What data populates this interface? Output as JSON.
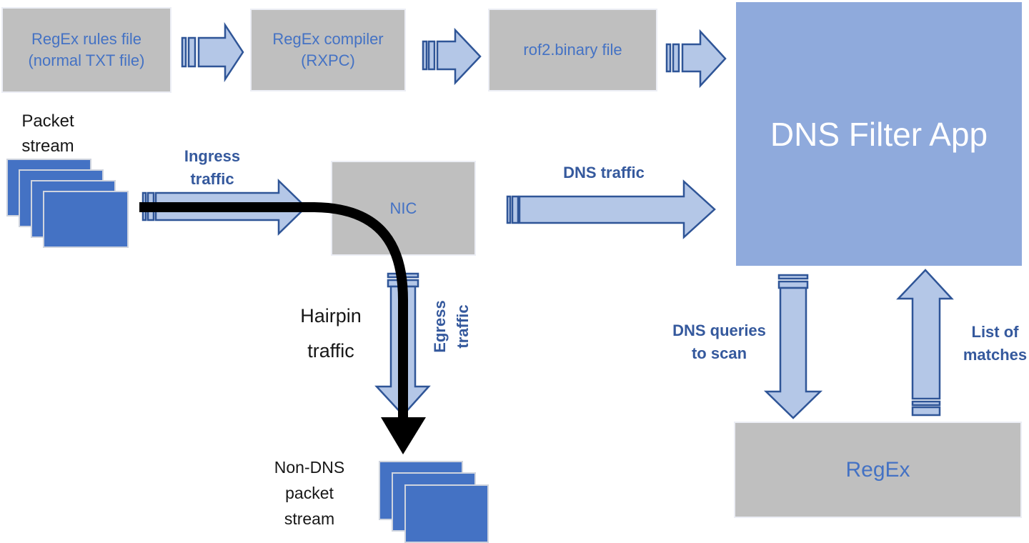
{
  "diagram": {
    "title": "DNS Filter App pipeline diagram",
    "boxes": {
      "rules_file": "RegEx rules file\n(normal TXT file)",
      "compiler": "RegEx compiler\n(RXPC)",
      "binary_file": "rof2.binary file",
      "dns_filter_app": "DNS Filter App",
      "nic": "NIC",
      "regex": "RegEx"
    },
    "labels": {
      "packet_stream": "Packet\nstream",
      "ingress_traffic": "Ingress\ntraffic",
      "dns_traffic": "DNS traffic",
      "hairpin_traffic": "Hairpin\ntraffic",
      "egress_traffic": "Egress\ntraffic",
      "non_dns_packet_stream": "Non-DNS\npacket\nstream",
      "dns_queries_to_scan": "DNS queries\nto scan",
      "list_of_matches": "List of\nmatches"
    },
    "icons": {
      "striped_arrow": "striped-flow-arrow",
      "hairpin_arrow": "black-hairpin-curve-arrow",
      "packet_stack": "stacked-packets"
    },
    "colors": {
      "gray_box": "#bfbfbf",
      "dns_app_box": "#8faadc",
      "packet_blue": "#4472c4",
      "arrow_fill": "#b4c7e7",
      "arrow_stroke": "#2f5597",
      "box_text_blue": "#4472c4",
      "label_blue": "#35599d",
      "label_black": "#171717",
      "hairpin": "#000000",
      "dns_app_text": "#ffffff"
    }
  }
}
